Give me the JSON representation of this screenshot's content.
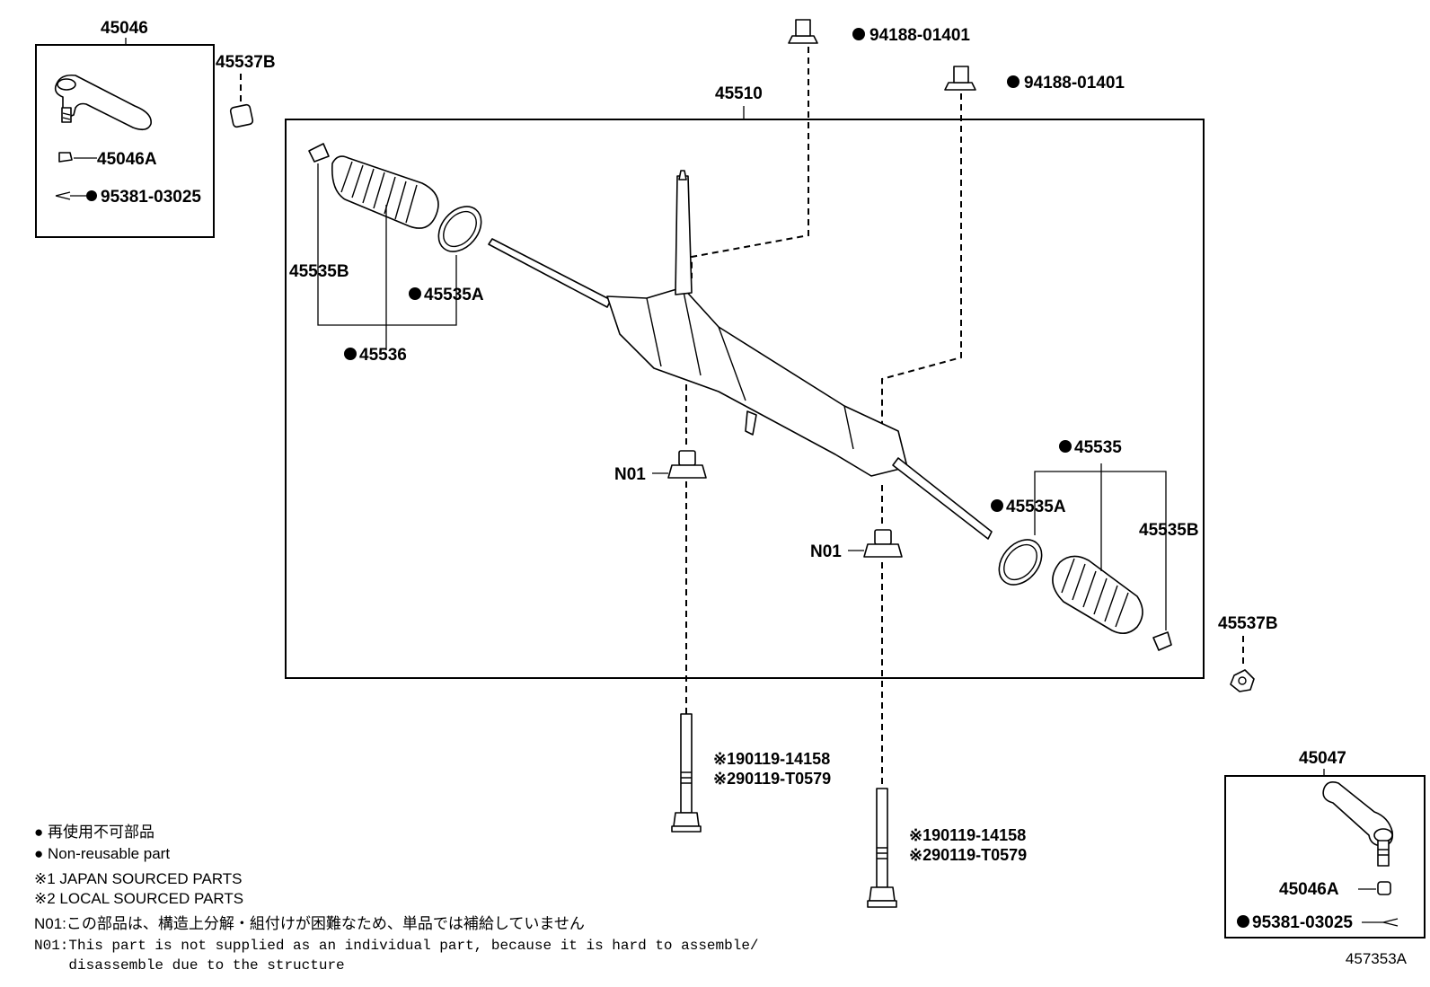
{
  "parts": {
    "tie_rod_end_left": "45046",
    "lock_nut_left": "45537B",
    "nut_left": "45046A",
    "cotter_pin_left": "95381-03025",
    "gear_assy": "45510",
    "nut_upper_1": "94188-01401",
    "nut_upper_2": "94188-01401",
    "clip_left": "45535B",
    "clamp_left": "45535A",
    "boot_left": "45536",
    "bushing_left": "N01",
    "bushing_right": "N01",
    "boot_right": "45535",
    "clamp_right": "45535A",
    "clip_right": "45535B",
    "lock_nut_right": "45537B",
    "bolt_left_1": "※190119-14158",
    "bolt_left_2": "※290119-T0579",
    "bolt_right_1": "※190119-14158",
    "bolt_right_2": "※290119-T0579",
    "tie_rod_end_right": "45047",
    "nut_right": "45046A",
    "cotter_pin_right": "95381-03025"
  },
  "legend": {
    "jp_nonreusable": "● 再使用不可部品",
    "en_nonreusable": "● Non-reusable part",
    "japan_sourced": "※1 JAPAN SOURCED PARTS",
    "local_sourced": "※2 LOCAL SOURCED PARTS",
    "n01_jp": "N01:この部品は、構造上分解・組付けが困難なため、単品では補給していません",
    "n01_en_1": "N01:This part is not supplied as an individual part, because it is hard to assemble/",
    "n01_en_2": "    disassemble due to the structure"
  },
  "diagram_id": "457353A"
}
